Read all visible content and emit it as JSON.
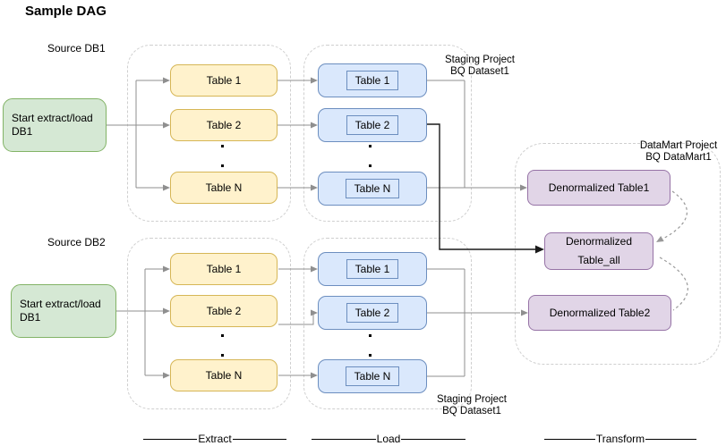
{
  "title": "Sample DAG",
  "colors": {
    "green_fill": "#d5e8d4",
    "green_stroke": "#82b366",
    "yellow_fill": "#fff2cc",
    "yellow_stroke": "#d6b656",
    "blue_fill": "#dae8fc",
    "blue_stroke": "#6c8ebf",
    "purple_fill": "#e1d5e7",
    "purple_stroke": "#9673a6",
    "connector_gray": "#8f8f8f",
    "connector_black": "#1a1a1a",
    "container_dash": "#cfcfcf"
  },
  "db1": {
    "source_label": "Source DB1",
    "start": {
      "line1": "Start extract/load",
      "line2": "DB1"
    },
    "extract": [
      "Table 1",
      "Table 2",
      "Table N"
    ],
    "load": [
      "Table 1",
      "Table 2",
      "Table N"
    ],
    "staging": {
      "line1": "Staging Project",
      "line2": "BQ Dataset1"
    }
  },
  "db2": {
    "source_label": "Source DB2",
    "start": {
      "line1": "Start extract/load",
      "line2": "DB1"
    },
    "extract": [
      "Table 1",
      "Table 2",
      "Table N"
    ],
    "load": [
      "Table 1",
      "Table 2",
      "Table N"
    ],
    "staging": {
      "line1": "Staging Project",
      "line2": "BQ Dataset1"
    }
  },
  "datamart": {
    "label": {
      "line1": "DataMart Project",
      "line2": "BQ DataMart1"
    },
    "table1": "Denormalized Table1",
    "table_all": {
      "line1": "Denormalized",
      "line2": "Table_all"
    },
    "table2": "Denormalized Table2"
  },
  "phases": {
    "extract": "Extract",
    "load": "Load",
    "transform": "Transform"
  }
}
